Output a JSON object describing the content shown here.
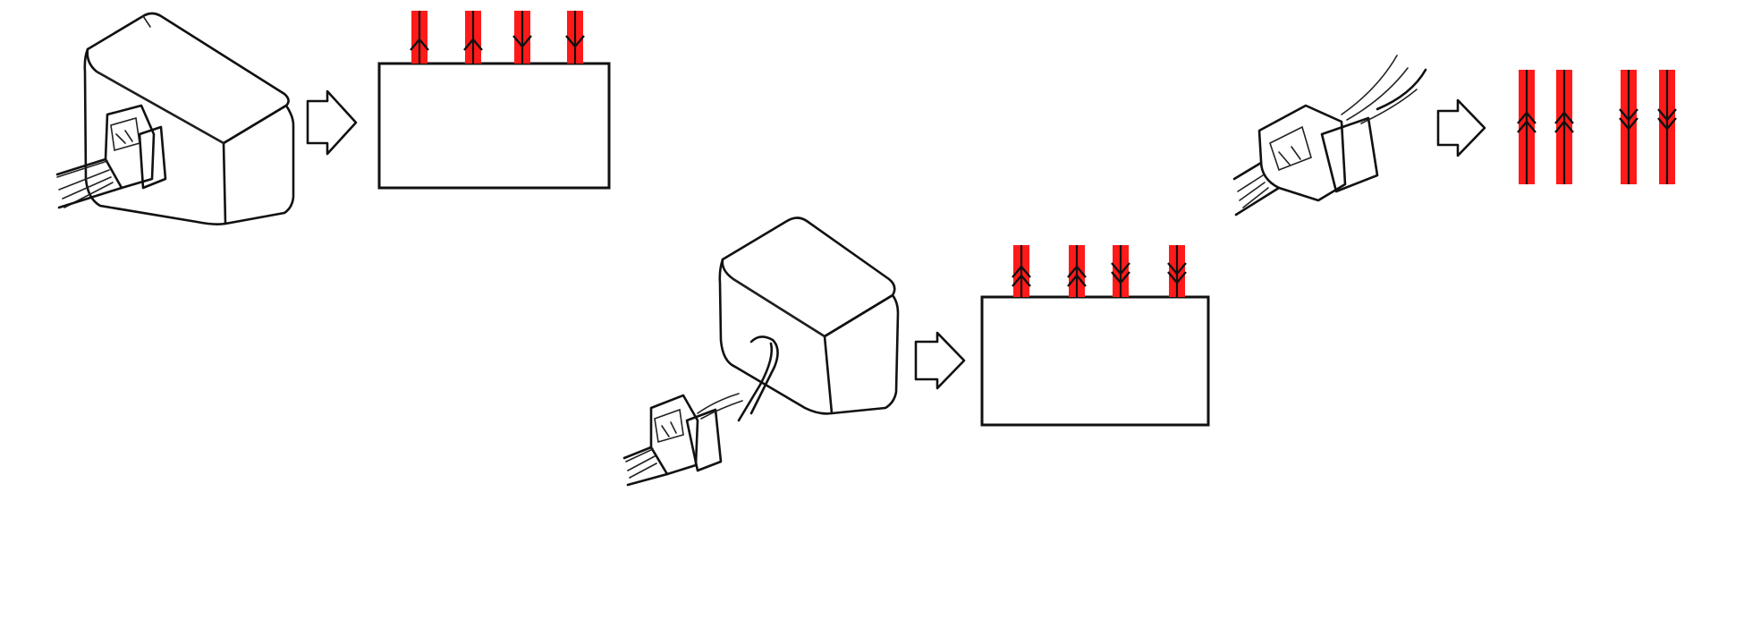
{
  "diagram": {
    "colors": {
      "wire": "#ff1a1a",
      "ink": "#111111",
      "background": "#ffffff"
    },
    "steps": [
      {
        "id": "unit-connected",
        "device_icon": "ecu-box-icon",
        "connector_icon": "connector-icon",
        "terminal_directions": [
          "up",
          "up",
          "down",
          "down"
        ]
      },
      {
        "id": "unit-disconnected",
        "device_icon": "ecu-box-icon",
        "connector_icon": "connector-icon",
        "terminal_directions": [
          "up",
          "up",
          "down",
          "down"
        ]
      },
      {
        "id": "connector-only",
        "device_icon": "none",
        "connector_icon": "connector-icon",
        "terminal_directions": [
          "up",
          "up",
          "down",
          "down"
        ]
      }
    ]
  }
}
